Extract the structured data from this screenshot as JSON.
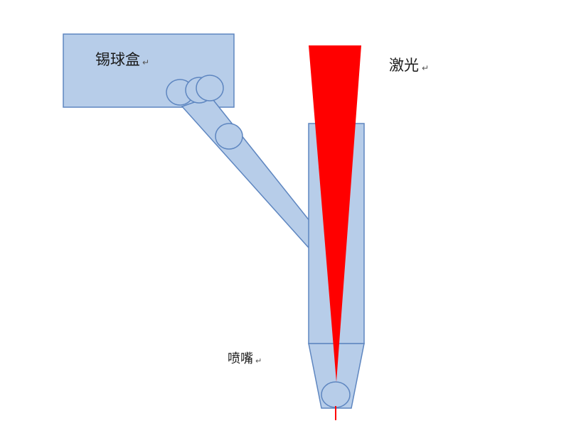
{
  "labels": {
    "solder_ball_box": "锡球盒",
    "laser": "激光",
    "nozzle": "喷嘴",
    "return_mark": "↵"
  },
  "colors": {
    "component_fill": "#b7cde9",
    "component_stroke": "#5e86c0",
    "laser_red": "#ff0000",
    "background": "#ffffff"
  }
}
